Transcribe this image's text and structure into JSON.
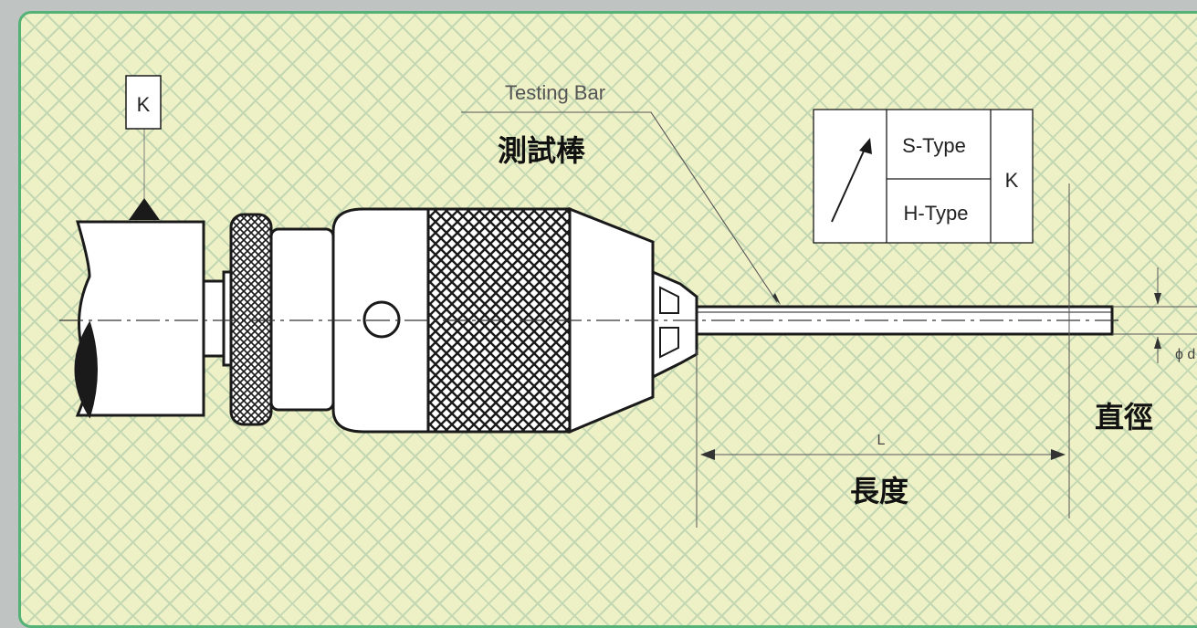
{
  "diagram": {
    "k_top": "K",
    "testing_bar_en": "Testing Bar",
    "testing_bar_zh": "測試棒",
    "type_box": {
      "s_type": "S-Type",
      "h_type": "H-Type",
      "k": "K"
    },
    "length_symbol": "L",
    "length_zh": "長度",
    "diameter_symbol": "ϕ d",
    "diameter_zh": "直徑"
  },
  "colors": {
    "frame": "#55b277",
    "background": "#eef1c6",
    "pattern": "#c3d7b3",
    "line": "#1a1a1a"
  }
}
